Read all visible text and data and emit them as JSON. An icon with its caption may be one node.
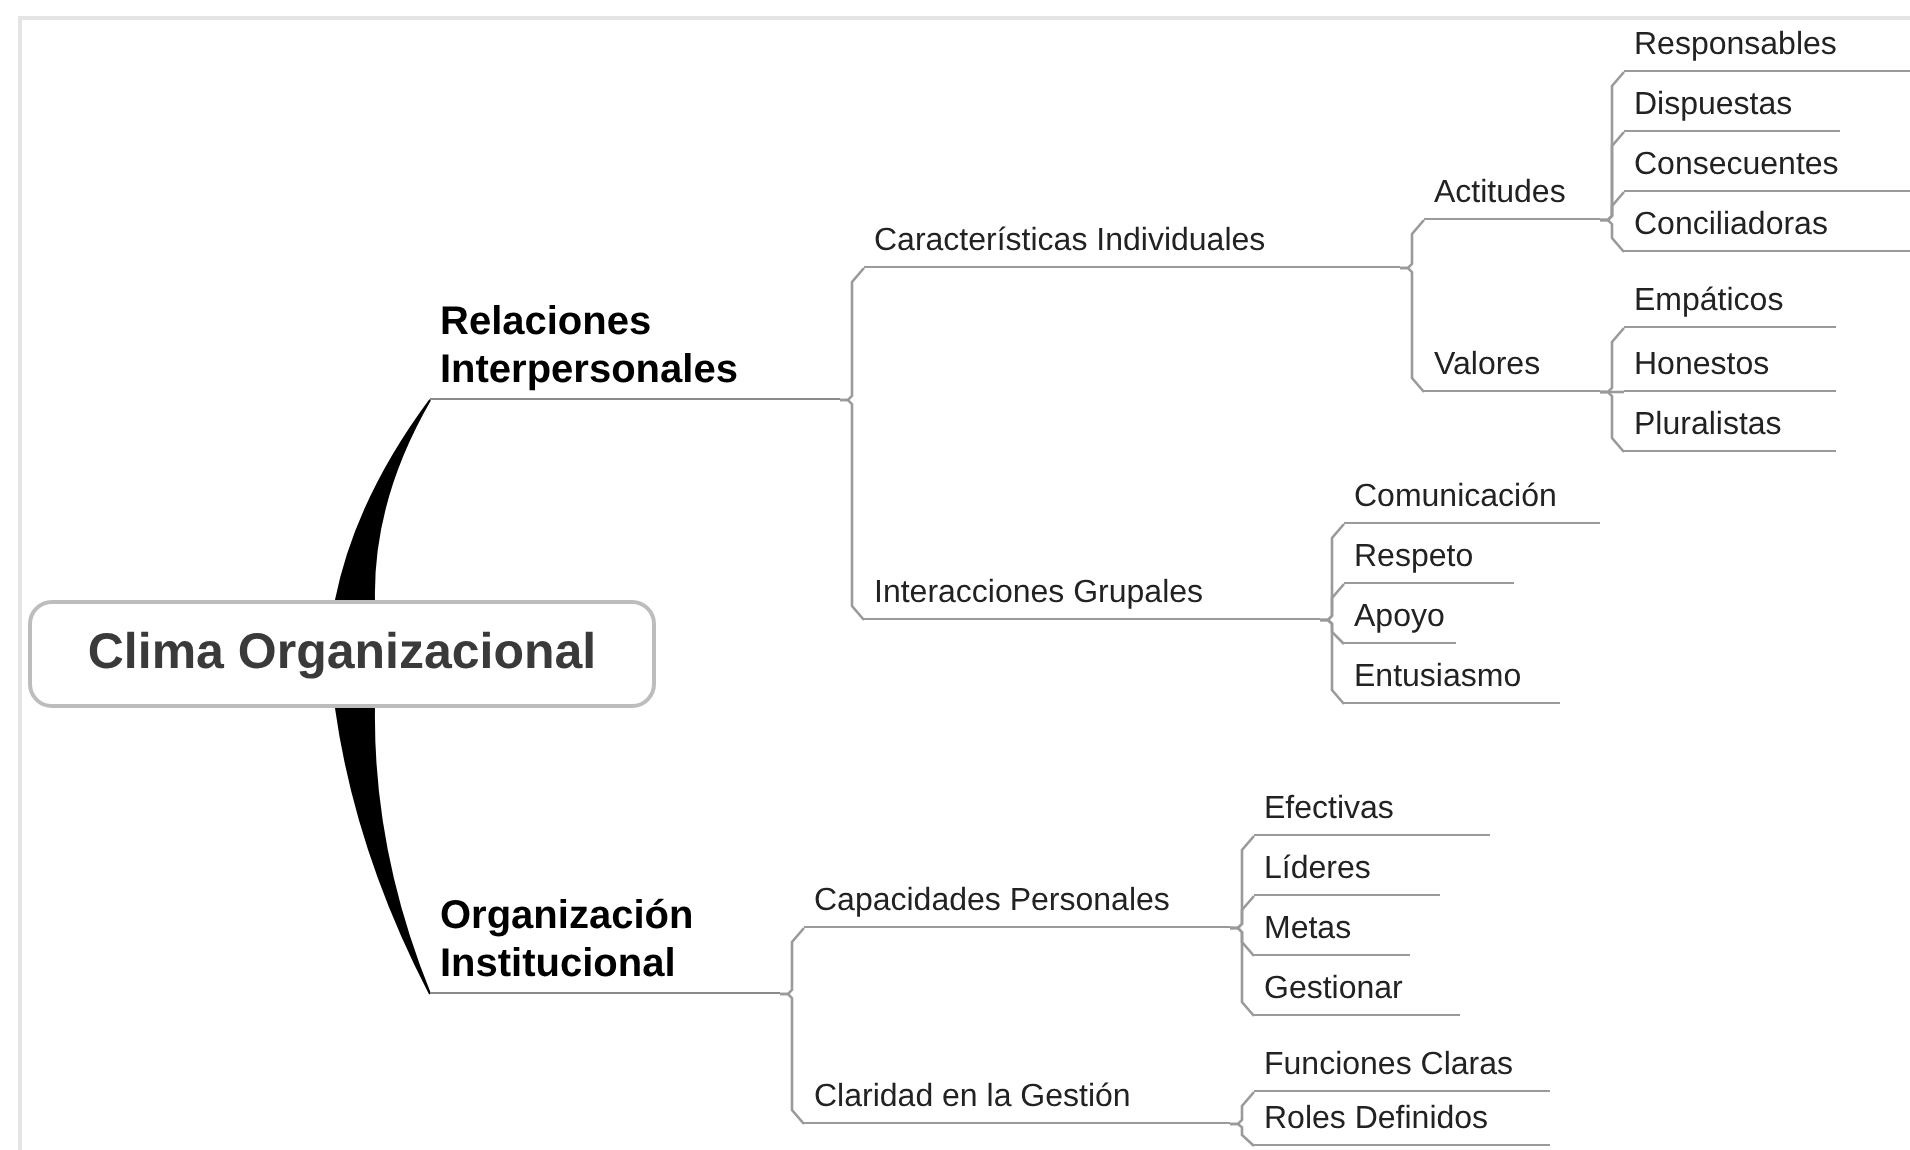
{
  "diagram": {
    "nodes": [
      {
        "text": [
          "Clima Organizacional"
        ]
      },
      {
        "text": [
          "Relaciones Interpersonales"
        ]
      },
      {
        "text": [
          "Características Individuales"
        ]
      },
      {
        "text": [
          "Actitudes"
        ]
      },
      {
        "text": [
          "Responsables"
        ]
      },
      {
        "text": [
          "Dispuestas"
        ]
      },
      {
        "text": [
          "Consecuentes"
        ]
      },
      {
        "text": [
          "Conciliadoras"
        ]
      },
      {
        "text": [
          "Valores"
        ]
      },
      {
        "text": [
          "Empáticos"
        ]
      },
      {
        "text": [
          "Honestos"
        ]
      },
      {
        "text": [
          "Pluralistas"
        ]
      },
      {
        "text": [
          "Interacciones Grupales"
        ]
      },
      {
        "text": [
          "Comunicación"
        ]
      },
      {
        "text": [
          "Respeto"
        ]
      },
      {
        "text": [
          "Apoyo"
        ]
      },
      {
        "text": [
          "Entusiasmo"
        ]
      },
      {
        "text": [
          "Organización Institucional"
        ]
      },
      {
        "text": [
          "Capacidades Personales"
        ]
      },
      {
        "text": [
          "Efectivas"
        ]
      },
      {
        "text": [
          "Líderes"
        ]
      },
      {
        "text": [
          "Metas"
        ]
      },
      {
        "text": [
          "Gestionar"
        ]
      },
      {
        "text": [
          "Claridad en la Gestión"
        ]
      },
      {
        "text": [
          "Funciones Claras"
        ]
      },
      {
        "text": [
          "Roles Definidos"
        ]
      }
    ],
    "edges": [
      {
        "from": 0,
        "to": 1,
        "arrow": "none",
        "style": "thick"
      },
      {
        "from": 0,
        "to": 17,
        "arrow": "none",
        "style": "thick"
      },
      {
        "from": 1,
        "to": 2,
        "arrow": "none"
      },
      {
        "from": 1,
        "to": 12,
        "arrow": "none"
      },
      {
        "from": 2,
        "to": 3,
        "arrow": "none"
      },
      {
        "from": 2,
        "to": 8,
        "arrow": "none"
      },
      {
        "from": 3,
        "to": 4,
        "arrow": "none"
      },
      {
        "from": 3,
        "to": 5,
        "arrow": "none"
      },
      {
        "from": 3,
        "to": 6,
        "arrow": "none"
      },
      {
        "from": 3,
        "to": 7,
        "arrow": "none"
      },
      {
        "from": 8,
        "to": 9,
        "arrow": "none"
      },
      {
        "from": 8,
        "to": 10,
        "arrow": "none"
      },
      {
        "from": 8,
        "to": 11,
        "arrow": "none"
      },
      {
        "from": 12,
        "to": 13,
        "arrow": "none"
      },
      {
        "from": 12,
        "to": 14,
        "arrow": "none"
      },
      {
        "from": 12,
        "to": 15,
        "arrow": "none"
      },
      {
        "from": 12,
        "to": 16,
        "arrow": "none"
      },
      {
        "from": 17,
        "to": 18,
        "arrow": "none"
      },
      {
        "from": 17,
        "to": 23,
        "arrow": "none"
      },
      {
        "from": 18,
        "to": 19,
        "arrow": "none"
      },
      {
        "from": 18,
        "to": 20,
        "arrow": "none"
      },
      {
        "from": 18,
        "to": 21,
        "arrow": "none"
      },
      {
        "from": 18,
        "to": 22,
        "arrow": "none"
      },
      {
        "from": 23,
        "to": 24,
        "arrow": "none"
      },
      {
        "from": 23,
        "to": 25,
        "arrow": "none"
      }
    ]
  }
}
